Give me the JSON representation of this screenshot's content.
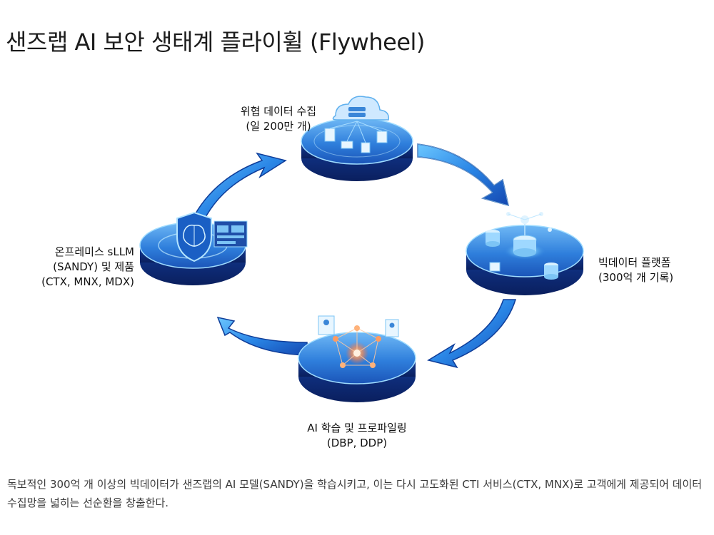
{
  "title": "샌즈랩 AI 보안 생태계 플라이휠 (Flywheel)",
  "nodes": {
    "top": {
      "line1": "위협 데이터 수집",
      "line2": "(일 200만 개)"
    },
    "right": {
      "line1": "빅데이터 플랫폼",
      "line2": "(300억 개 기록)"
    },
    "bottom": {
      "line1": "AI 학습 및 프로파일링",
      "line2": "(DBP, DDP)"
    },
    "left": {
      "line1": "온프레미스 sLLM",
      "line2": "(SANDY) 및 제품",
      "line3": "(CTX, MNX, MDX)"
    }
  },
  "caption": "독보적인 300억 개 이상의 빅데이터가 샌즈랩의 AI 모델(SANDY)을 학습시키고, 이는 다시 고도화된 CTI 서비스(CTX, MNX)로 고객에게 제공되어 데이터 수집망을 넓히는 선순환을 창출한다.",
  "colors": {
    "platform_top": "#3f8fe0",
    "platform_side": "#0e2f86",
    "arrow": "#1f6fd6",
    "glow": "#7fd8ff"
  },
  "icons": {
    "top": "cloud-data-icon",
    "right": "database-network-icon",
    "bottom": "neural-network-icon",
    "left": "brain-shield-icon"
  }
}
